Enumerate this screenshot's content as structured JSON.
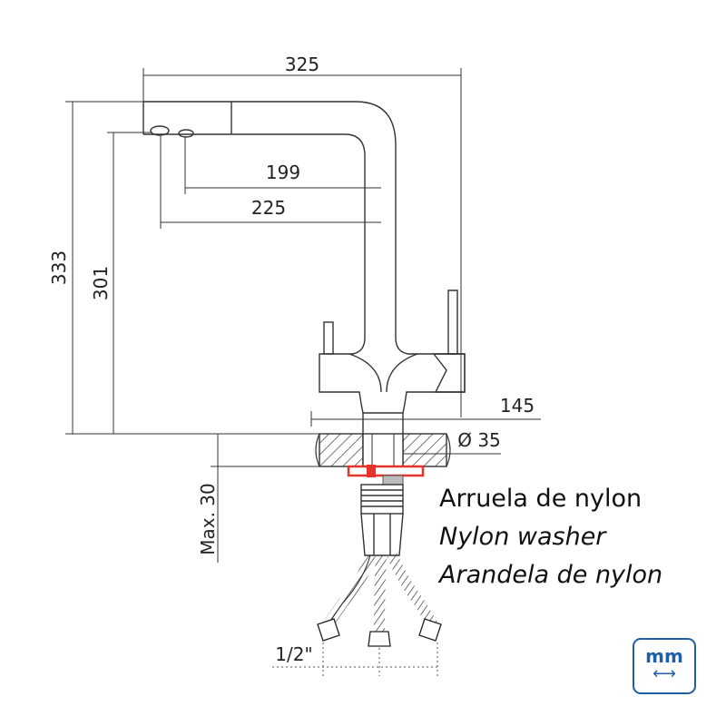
{
  "dimensions": {
    "width_total": "325",
    "height_total": "333",
    "height_spout": "301",
    "reach_inner": "199",
    "reach_outer": "225",
    "base_width": "145",
    "hole_diameter": "Ø 35",
    "max_thickness": "Max. 30",
    "hose_thread": "1/2\""
  },
  "washer_labels": {
    "portuguese": "Arruela de nylon",
    "english": "Nylon washer",
    "spanish": "Arandela de nylon"
  },
  "unit_badge": {
    "unit": "mm",
    "arrow": "⟷",
    "color": "#1f5fa8"
  },
  "colors": {
    "washer": "#e8332a",
    "unit": "#1f5fa8"
  }
}
